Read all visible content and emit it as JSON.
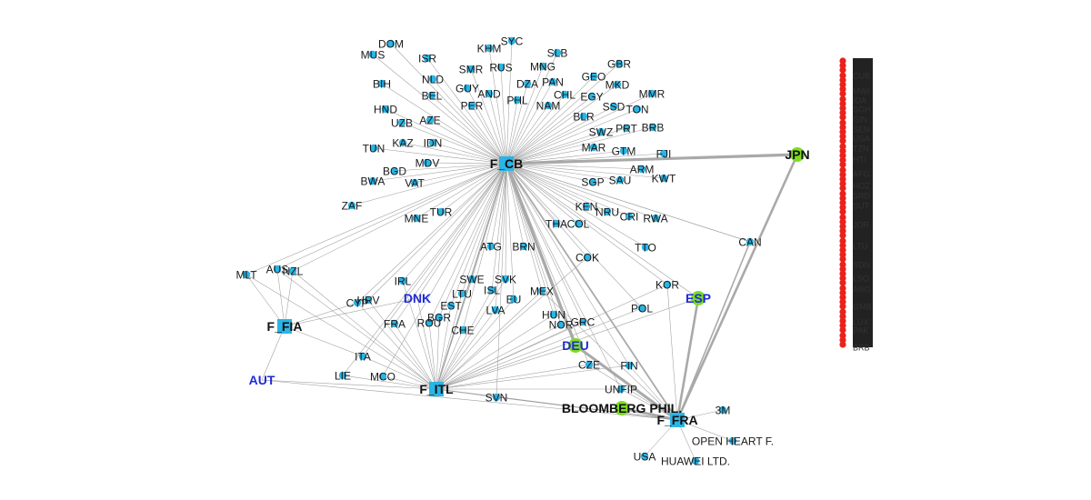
{
  "colors": {
    "edge": "#9e9e9e",
    "heavy_edge": "#a9a9a9",
    "country_node": "#29b5e6",
    "fund_node": "#29b5e6",
    "donor_node": "#7ddc1f",
    "isolated_node": "#e8231c",
    "label": "#1a1a1a",
    "donor_label": "#1f2ad8"
  },
  "hubs": [
    {
      "id": "F_CB",
      "label": "F_CB",
      "style": "hub"
    },
    {
      "id": "F_ITL",
      "label": "F_ITL",
      "style": "hub"
    },
    {
      "id": "F_FRA",
      "label": "F_FRA",
      "style": "hub"
    },
    {
      "id": "F_FIA",
      "label": "F_FIA",
      "style": "hub"
    }
  ],
  "donors": [
    {
      "id": "JPN",
      "label": "JPN",
      "style": "donor-black"
    },
    {
      "id": "BLOOMBERG",
      "label": "BLOOMBERG PHIL.",
      "style": "donor-black"
    },
    {
      "id": "DEU",
      "label": "DEU",
      "style": "donor-blue"
    },
    {
      "id": "ESP",
      "label": "ESP",
      "style": "donor-blue"
    },
    {
      "id": "DNK",
      "label": "DNK",
      "style": "blue-text"
    },
    {
      "id": "AUT",
      "label": "AUT",
      "style": "blue-text"
    }
  ],
  "countries_cb": [
    "DOM",
    "MUS",
    "ISR",
    "SYC",
    "KHM",
    "RUS",
    "SLB",
    "MNG",
    "NLD",
    "BIH",
    "SMR",
    "GUY",
    "AND",
    "DZA",
    "PAN",
    "GBR",
    "GEO",
    "MKD",
    "BEL",
    "PER",
    "PHL",
    "NAM",
    "CHL",
    "EGY",
    "MMR",
    "SSD",
    "TON",
    "HND",
    "AZE",
    "UZB",
    "BLR",
    "SWZ",
    "PRT",
    "BRB",
    "KAZ",
    "IDN",
    "TUN",
    "MAR",
    "GTM",
    "FJI",
    "MDV",
    "BGD",
    "BWA",
    "VAT",
    "ARM",
    "KWT",
    "SGP",
    "SAU",
    "ZAF",
    "TUR",
    "MNE",
    "KEN",
    "NRU",
    "CRI",
    "RWA",
    "THA",
    "COL",
    "ATG",
    "BRN",
    "TTO",
    "COK",
    "CAN",
    "SWE",
    "SVK",
    "IRL",
    "LTU",
    "ISL",
    "EU",
    "MEX",
    "CYP",
    "HRV",
    "EST",
    "LVA",
    "BGR",
    "ROU",
    "CHE",
    "HUN",
    "NOR",
    "GRC",
    "POL",
    "KOR",
    "FIN",
    "CZE",
    "ITA",
    "LIE",
    "MCO",
    "SVN",
    "FRA",
    "MLT",
    "AUS",
    "NZL",
    "UNFIP"
  ],
  "countries_fra": [
    "3M",
    "USA",
    "HUAWEI LTD.",
    "OPEN HEART F."
  ],
  "isolated_visible_labels": [
    "CUB",
    "MWI",
    "IDA",
    "SGH",
    "GIN",
    "SEN",
    "USA",
    "TZN",
    "HTI",
    "AFG",
    "HOZ",
    "SRD",
    "SUT",
    "JOR",
    "LTU",
    "SDN",
    "LSO",
    "ARG",
    "GMB",
    "LUX",
    "PAK",
    "BRB"
  ]
}
